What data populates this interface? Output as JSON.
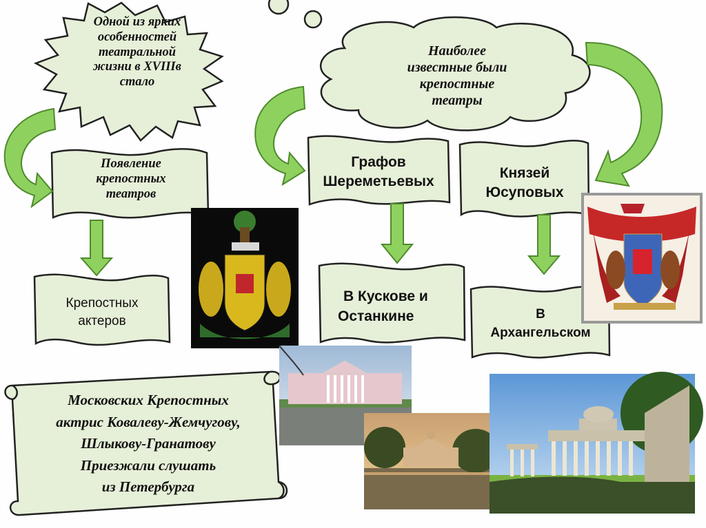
{
  "title_star": {
    "lines": [
      "Одной из ярких",
      "особенностей",
      "театральной",
      "жизни в XVIIIв",
      "стало"
    ]
  },
  "title_cloud": {
    "lines": [
      "Наиболее",
      "известные были",
      "крепостные",
      "театры"
    ]
  },
  "box_appearance": {
    "lines": [
      "Появление",
      "крепостных",
      "театров"
    ]
  },
  "box_sheremetev": {
    "lines": [
      "Графов",
      "Шереметьевых"
    ]
  },
  "box_yusupov": {
    "lines": [
      "Князей",
      "Юсуповых"
    ]
  },
  "box_actors": {
    "lines": [
      "Крепостных",
      "актеров"
    ]
  },
  "box_kuskovo": {
    "lines": [
      "В Кускове и",
      "Останкине"
    ]
  },
  "box_arkhangelsk": {
    "lines": [
      "В",
      "Архангельском"
    ]
  },
  "scroll_text": {
    "lines": [
      "Московских Крепостных",
      "актрис Ковалеву-Жемчугову,",
      "Шлыкову-Гранатову",
      "Приезжали слушать",
      "из Петербурга"
    ]
  },
  "colors": {
    "box_fill": "#e6efd8",
    "arrow_fill": "#8fd15f",
    "arrow_stroke": "#4e8a2c",
    "outline": "#222222"
  },
  "images": {
    "coat_of_arms_sheremetev": "coat-of-arms",
    "coat_of_arms_yusupov": "coat-of-arms",
    "photo_kuskovo_palace": "palace-photo",
    "photo_ostankino_pond": "palace-photo",
    "photo_arkhangelskoe_colonnade": "colonnade-photo"
  }
}
